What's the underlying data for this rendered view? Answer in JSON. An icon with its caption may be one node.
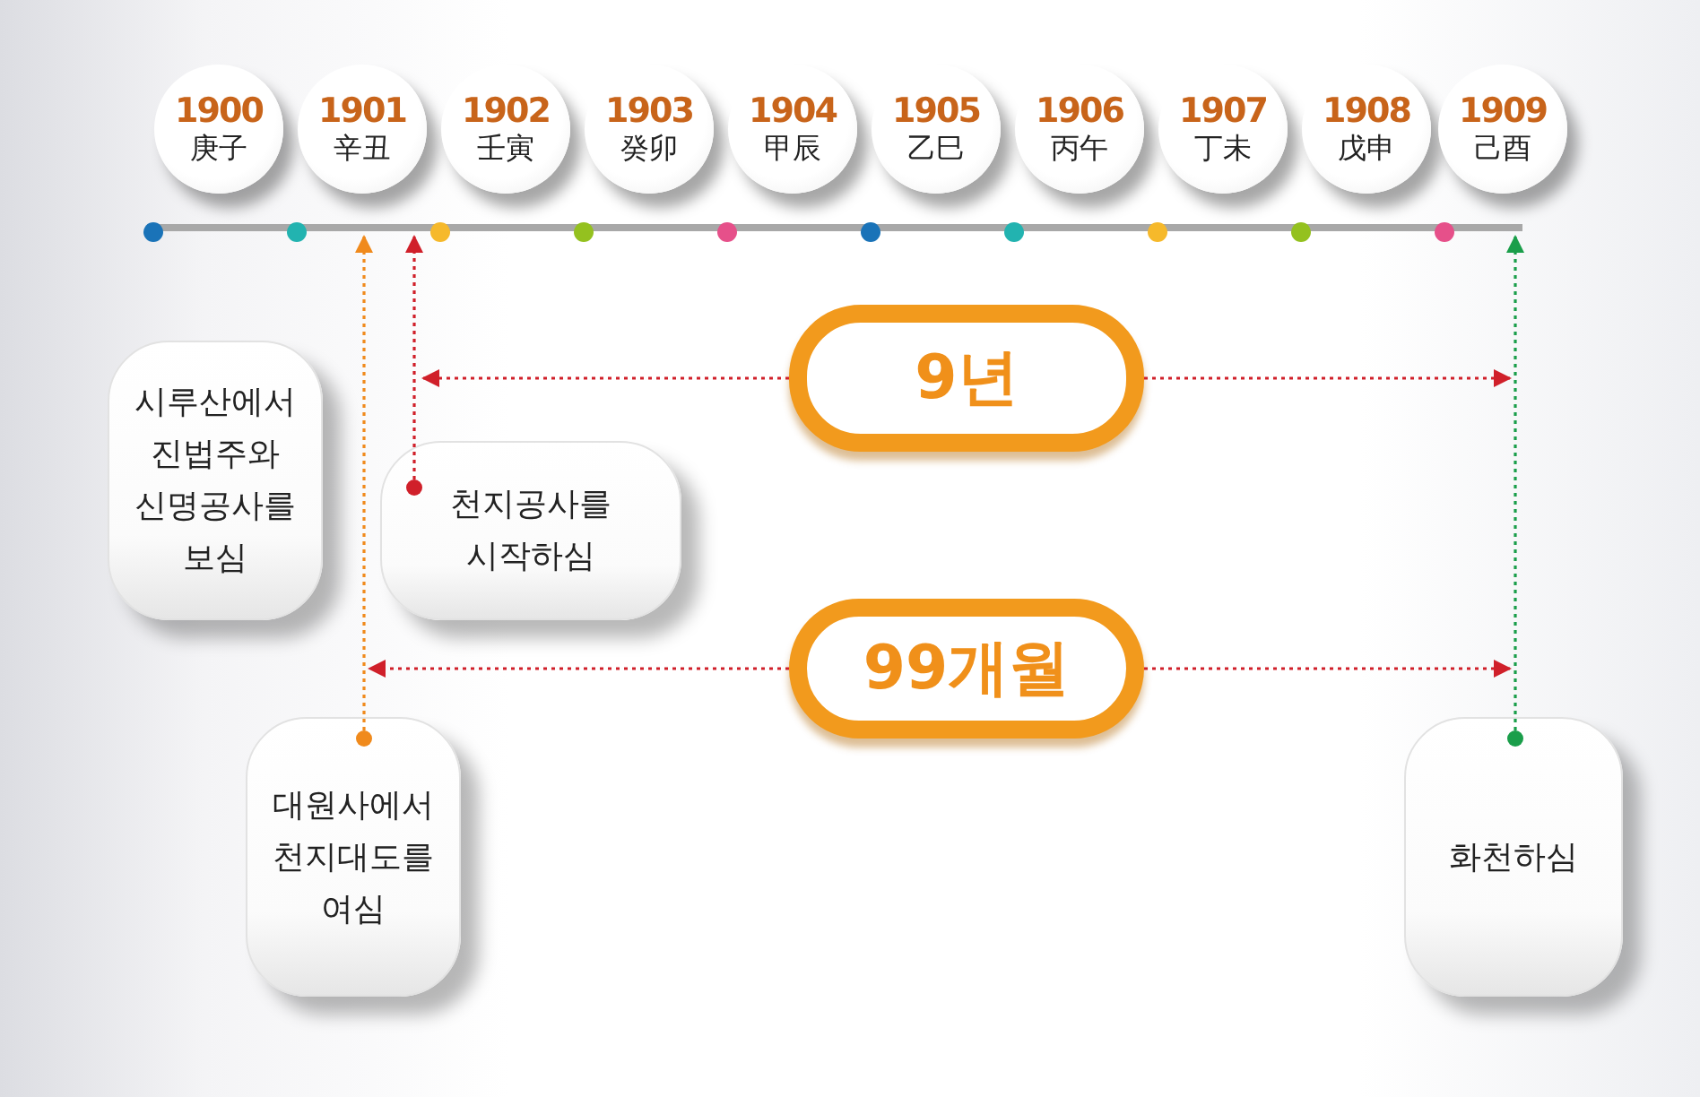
{
  "diagram": {
    "nodes": [
      {
        "text": [
          "1900",
          "庚子"
        ]
      },
      {
        "text": [
          "1901",
          "辛丑"
        ]
      },
      {
        "text": [
          "1902",
          "壬寅"
        ]
      },
      {
        "text": [
          "1903",
          "癸卯"
        ]
      },
      {
        "text": [
          "1904",
          "甲辰"
        ]
      },
      {
        "text": [
          "1905",
          "乙巳"
        ]
      },
      {
        "text": [
          "1906",
          "丙午"
        ]
      },
      {
        "text": [
          "1907",
          "丁未"
        ]
      },
      {
        "text": [
          "1908",
          "戊申"
        ]
      },
      {
        "text": [
          "1909",
          "己酉"
        ]
      },
      {
        "text": [],
        "shape": "bar"
      },
      {
        "text": [
          "시루산에서 진법주와 신명공사를 보심"
        ]
      },
      {
        "text": [
          "천지공사를 시작하심"
        ]
      },
      {
        "text": [
          "9년"
        ]
      },
      {
        "text": [
          "99개월"
        ]
      },
      {
        "text": [
          "대원사에서 천지대도를 여심"
        ]
      },
      {
        "text": [
          "화천하심"
        ]
      }
    ],
    "edges": [
      {
        "from": 12,
        "to": 10,
        "arrow": "to",
        "style": "dashed"
      },
      {
        "from": 15,
        "to": 10,
        "arrow": "to",
        "style": "dashed",
        "color": "#f08a1c"
      },
      {
        "from": 16,
        "to": 10,
        "arrow": "to",
        "style": "dashed",
        "color": "#1a9e4a"
      },
      {
        "from": 13,
        "to": null,
        "arrow": "to",
        "style": "dashed"
      },
      {
        "from": 13,
        "to": null,
        "arrow": "to",
        "style": "dashed"
      },
      {
        "from": 14,
        "to": null,
        "arrow": "to",
        "style": "dashed"
      },
      {
        "from": 14,
        "to": null,
        "arrow": "to",
        "style": "dashed"
      }
    ]
  }
}
